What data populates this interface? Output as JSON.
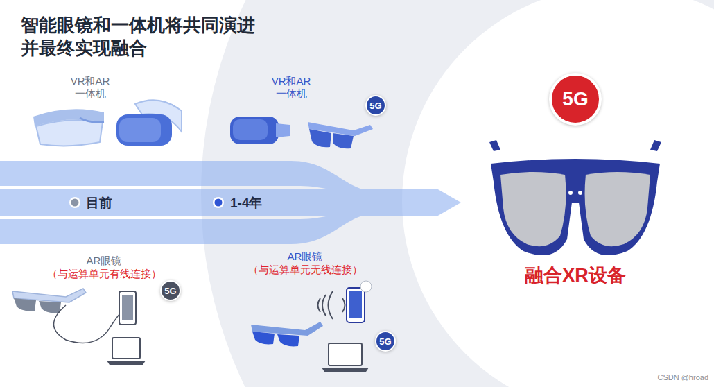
{
  "diagram": {
    "title": "智能眼镜和一体机将共同演进 并最终实现融合",
    "nodes": [
      {
        "text": [
          "5G"
        ]
      },
      {
        "text": [
          "5G"
        ]
      },
      {
        "text": [
          "5G"
        ]
      },
      {
        "text": [
          "5G"
        ]
      }
    ],
    "labels": [
      "VR和AR 一体机",
      "VR和AR 一体机",
      "目前",
      "1-4年",
      "AR眼镜",
      "（与运算单元有线连接）",
      "AR眼镜",
      "（与运算单元无线连接）",
      "融合XR设备",
      "CSDN @hroad"
    ]
  }
}
